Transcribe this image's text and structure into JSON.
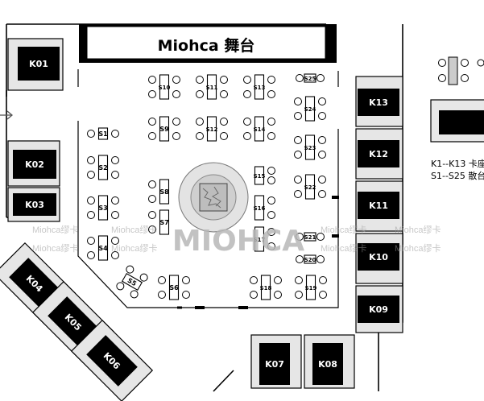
{
  "stage": {
    "label": "Miohca 舞台"
  },
  "booths": [
    {
      "id": "k01",
      "label": "K01"
    },
    {
      "id": "k02",
      "label": "K02"
    },
    {
      "id": "k03",
      "label": "K03"
    },
    {
      "id": "k04",
      "label": "K04"
    },
    {
      "id": "k05",
      "label": "K05"
    },
    {
      "id": "k06",
      "label": "K06"
    },
    {
      "id": "k07",
      "label": "K07"
    },
    {
      "id": "k08",
      "label": "K08"
    },
    {
      "id": "k09",
      "label": "K09"
    },
    {
      "id": "k10",
      "label": "K10"
    },
    {
      "id": "k11",
      "label": "K11"
    },
    {
      "id": "k12",
      "label": "K12"
    },
    {
      "id": "k13",
      "label": "K13"
    }
  ],
  "tables": [
    {
      "id": "s1",
      "label": "S1"
    },
    {
      "id": "s2",
      "label": "S2"
    },
    {
      "id": "s3",
      "label": "S3"
    },
    {
      "id": "s4",
      "label": "S4"
    },
    {
      "id": "s5",
      "label": "S5"
    },
    {
      "id": "s6",
      "label": "S6"
    },
    {
      "id": "s7",
      "label": "S7"
    },
    {
      "id": "s8",
      "label": "S8"
    },
    {
      "id": "s9",
      "label": "S9"
    },
    {
      "id": "s10",
      "label": "S10"
    },
    {
      "id": "s11",
      "label": "S11"
    },
    {
      "id": "s12",
      "label": "S12"
    },
    {
      "id": "s13",
      "label": "S13"
    },
    {
      "id": "s14",
      "label": "S14"
    },
    {
      "id": "s15",
      "label": "S15"
    },
    {
      "id": "s16",
      "label": "S16"
    },
    {
      "id": "s17",
      "label": "S17"
    },
    {
      "id": "s18",
      "label": "S18"
    },
    {
      "id": "s19",
      "label": "S19"
    },
    {
      "id": "s20",
      "label": "S20"
    },
    {
      "id": "s21",
      "label": "S21"
    },
    {
      "id": "s22",
      "label": "S22"
    },
    {
      "id": "s23",
      "label": "S23"
    },
    {
      "id": "s24",
      "label": "S24"
    },
    {
      "id": "s25",
      "label": "S25"
    }
  ],
  "legend": {
    "line1": "K1--K13 卡座",
    "line2": "S1--S25 散台"
  },
  "watermarks": {
    "center": "MIOHCA",
    "small": "Miohca缪卡"
  }
}
